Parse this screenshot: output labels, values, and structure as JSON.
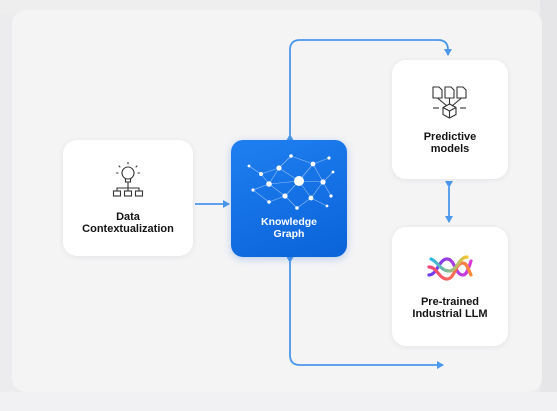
{
  "diagram": {
    "nodes": {
      "data_contextualization": {
        "label": "Data\nContextualization",
        "icon": "lightbulb-hierarchy-icon"
      },
      "knowledge_graph": {
        "label": "Knowledge\nGraph",
        "icon": "network-graph-icon"
      },
      "predictive_models": {
        "label": "Predictive\nmodels",
        "icon": "documents-cube-icon"
      },
      "industrial_llm": {
        "label": "Pre-trained\nIndustrial LLM",
        "icon": "llm-waves-icon"
      }
    },
    "edges": [
      {
        "from": "data_contextualization",
        "to": "knowledge_graph",
        "direction": "forward"
      },
      {
        "from": "knowledge_graph",
        "to": "predictive_models",
        "direction": "both"
      },
      {
        "from": "predictive_models",
        "to": "industrial_llm",
        "direction": "both"
      },
      {
        "from": "knowledge_graph",
        "to": "industrial_llm",
        "direction": "both"
      }
    ],
    "colors": {
      "accent": "#1e78e6",
      "connector": "#4b97ea",
      "card": "#ffffff",
      "canvas": "#f4f4f5"
    }
  }
}
